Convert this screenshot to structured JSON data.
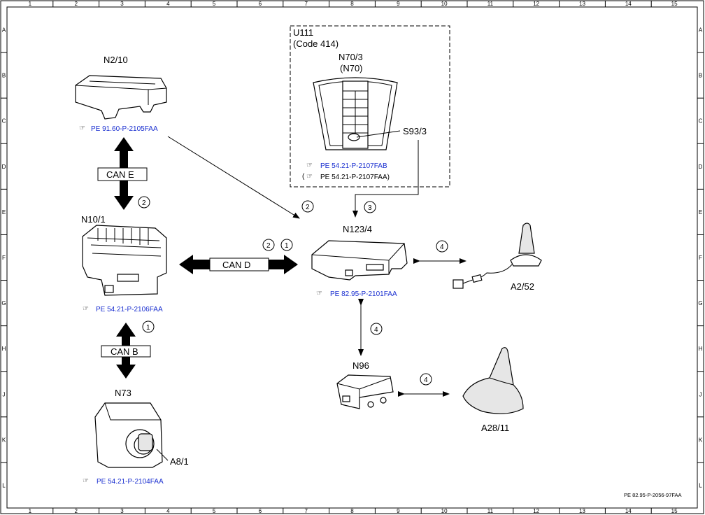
{
  "frame": {
    "columns": [
      "1",
      "2",
      "3",
      "4",
      "5",
      "6",
      "7",
      "8",
      "9",
      "10",
      "11",
      "12",
      "13",
      "14",
      "15"
    ],
    "rows": [
      "A",
      "B",
      "C",
      "D",
      "E",
      "F",
      "G",
      "H",
      "J",
      "K",
      "L"
    ],
    "footer_code": "PE 82.95-P-2056-97FAA"
  },
  "group": {
    "title": "U111",
    "subtitle": "(Code 414)"
  },
  "components": {
    "n2_10": {
      "label": "N2/10",
      "ref": "PE 91.60-P-2105FAA"
    },
    "n10_1": {
      "label": "N10/1",
      "ref": "PE 54.21-P-2106FAA"
    },
    "n73": {
      "label": "N73",
      "sub": "A8/1",
      "ref": "PE 54.21-P-2104FAA"
    },
    "n70_3": {
      "label": "N70/3",
      "label2": "(N70)",
      "switch": "S93/3",
      "ref": "PE 54.21-P-2107FAB",
      "ref2_pre": "(",
      "ref2": "PE 54.21-P-2107FAA)"
    },
    "n123_4": {
      "label": "N123/4",
      "ref": "PE 82.95-P-2101FAA"
    },
    "a2_52": {
      "label": "A2/52"
    },
    "n96": {
      "label": "N96"
    },
    "a28_11": {
      "label": "A28/11"
    }
  },
  "buses": {
    "can_e": "CAN E",
    "can_d": "CAN D",
    "can_b": "CAN B"
  },
  "callouts": {
    "c_cane": "2",
    "c_n2_arrow": "2",
    "c_s93": "3",
    "c_cand_a": "2",
    "c_cand_b": "1",
    "c_canb": "1",
    "c_ant_top": "4",
    "c_vert": "4",
    "c_ant_bottom": "4"
  }
}
